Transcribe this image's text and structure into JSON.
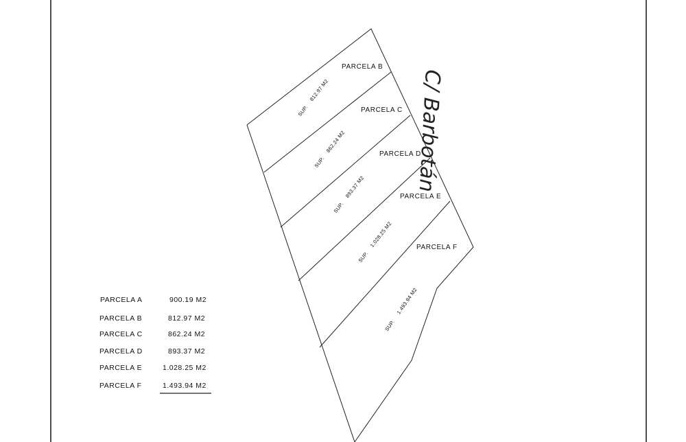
{
  "street_name": "C/ Barbotán",
  "parcels": [
    {
      "id": "b",
      "label": "PARCELA B",
      "sup_prefix": "SUP.",
      "area": "812.97 M2"
    },
    {
      "id": "c",
      "label": "PARCELA C",
      "sup_prefix": "SUP.",
      "area": "862.24 M2"
    },
    {
      "id": "d",
      "label": "PARCELA D",
      "sup_prefix": "SUP.",
      "area": "893.37 M2"
    },
    {
      "id": "e",
      "label": "PARCELA E",
      "sup_prefix": "SUP.",
      "area": "1.028.25 M2"
    },
    {
      "id": "f",
      "label": "PARCELA F",
      "sup_prefix": "SUP.",
      "area": "1.493.94 M2"
    }
  ],
  "area_table": [
    {
      "name": "PARCELA A",
      "area": "900.19 M2"
    },
    {
      "name": "PARCELA B",
      "area": "812.97 M2"
    },
    {
      "name": "PARCELA C",
      "area": "862.24 M2"
    },
    {
      "name": "PARCELA D",
      "area": "893.37 M2"
    },
    {
      "name": "PARCELA E",
      "area": "1.028.25 M2"
    },
    {
      "name": "PARCELA F",
      "area": "1.493.94 M2"
    }
  ]
}
